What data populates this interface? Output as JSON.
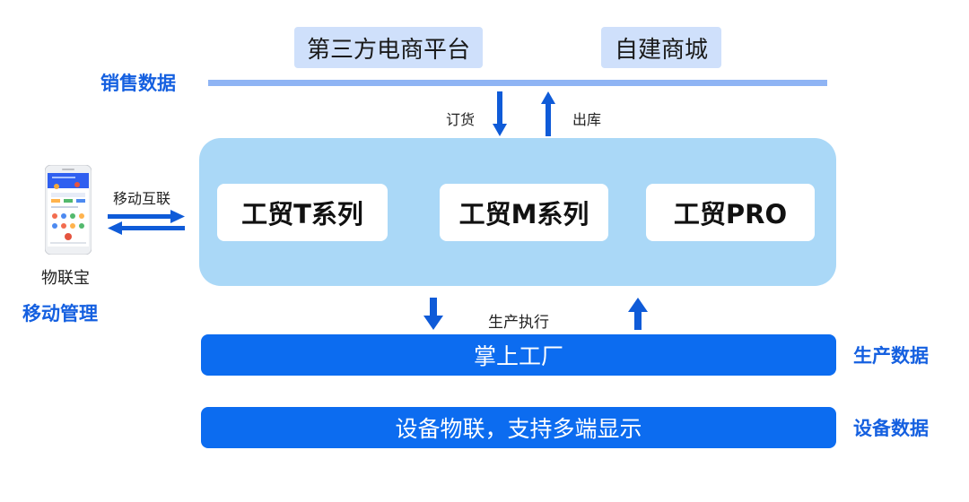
{
  "platforms": {
    "third_party": "第三方电商平台",
    "self_mall": "自建商城"
  },
  "labels": {
    "sales_data": "销售数据",
    "mobile_management": "移动管理",
    "production_data": "生产数据",
    "device_data": "设备数据"
  },
  "flows": {
    "order": "订货",
    "outbound": "出库",
    "mobile_interconnect": "移动互联",
    "production_execution": "生产执行"
  },
  "products": [
    "工贸T系列",
    "工贸M系列",
    "工贸PRO"
  ],
  "phone": {
    "caption": "物联宝"
  },
  "bars": {
    "factory": "掌上工厂",
    "device": "设备物联，支持多端显示"
  },
  "colors": {
    "blue_text": "#1560e0",
    "bar_blue": "#0c6cf0",
    "panel_blue": "#aad8f7",
    "platform_bg": "#cfe0fb",
    "line_blue": "#8fb4f4",
    "arrow_blue": "#0f5bd8"
  }
}
